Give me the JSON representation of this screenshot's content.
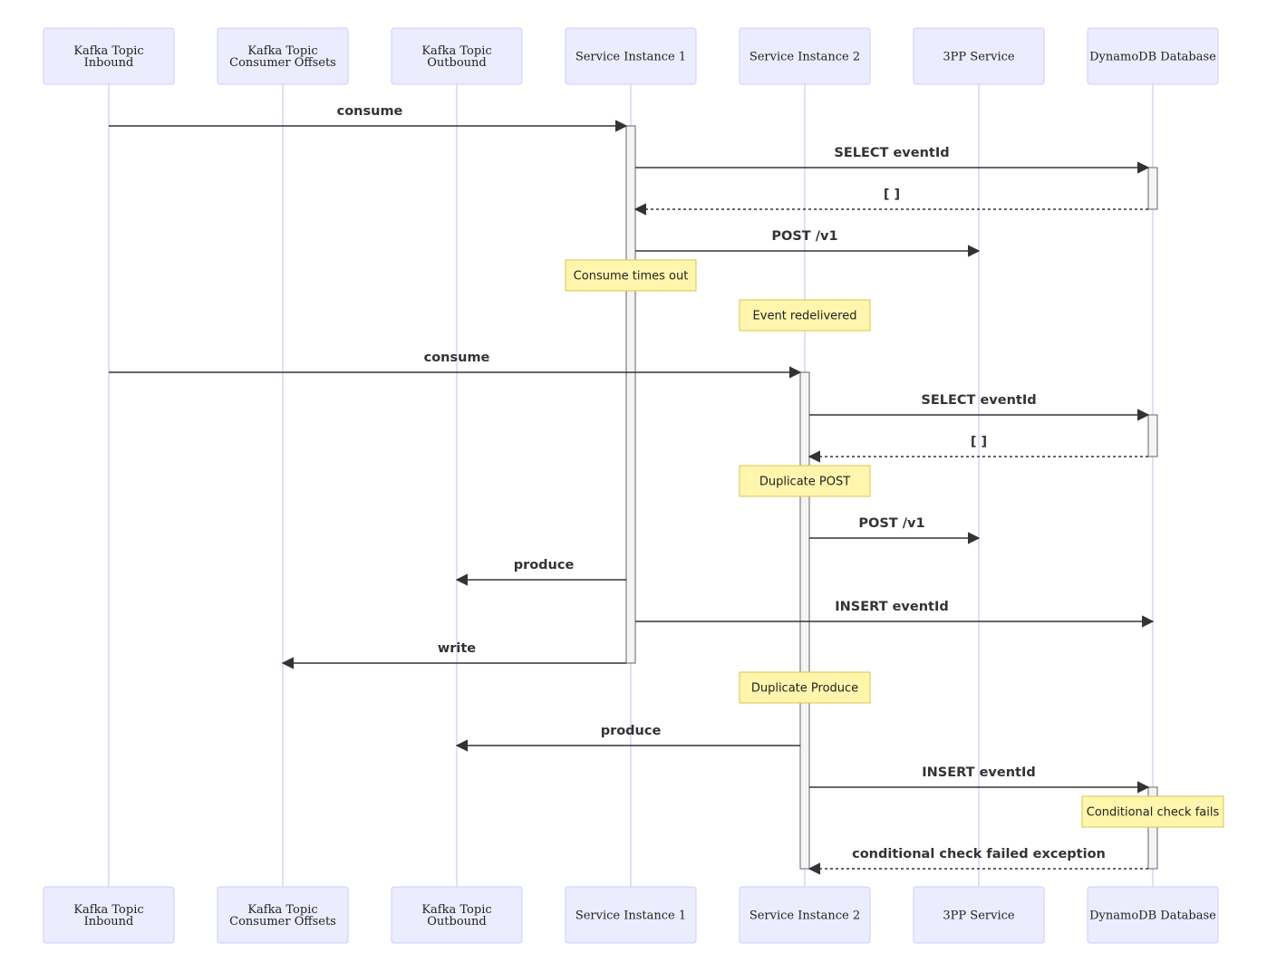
{
  "participants": [
    {
      "id": "inbound",
      "lines": [
        "Kafka Topic",
        "Inbound"
      ]
    },
    {
      "id": "offsets",
      "lines": [
        "Kafka Topic",
        "Consumer Offsets"
      ]
    },
    {
      "id": "outbound",
      "lines": [
        "Kafka Topic",
        "Outbound"
      ]
    },
    {
      "id": "svc1",
      "lines": [
        "Service Instance 1"
      ]
    },
    {
      "id": "svc2",
      "lines": [
        "Service Instance 2"
      ]
    },
    {
      "id": "threepp",
      "lines": [
        "3PP Service"
      ]
    },
    {
      "id": "dynamo",
      "lines": [
        "DynamoDB Database"
      ]
    }
  ],
  "steps": [
    {
      "kind": "message",
      "from": "inbound",
      "to": "svc1",
      "label": "consume",
      "style": "solid"
    },
    {
      "kind": "message",
      "from": "svc1",
      "to": "dynamo",
      "label": "SELECT eventId",
      "style": "solid"
    },
    {
      "kind": "message",
      "from": "dynamo",
      "to": "svc1",
      "label": "[ ]",
      "style": "dashed"
    },
    {
      "kind": "message",
      "from": "svc1",
      "to": "threepp",
      "label": "POST /v1",
      "style": "solid"
    },
    {
      "kind": "note",
      "over": "svc1",
      "label": "Consume times out"
    },
    {
      "kind": "note",
      "over": "svc2",
      "label": "Event redelivered"
    },
    {
      "kind": "message",
      "from": "inbound",
      "to": "svc2",
      "label": "consume",
      "style": "solid"
    },
    {
      "kind": "message",
      "from": "svc2",
      "to": "dynamo",
      "label": "SELECT eventId",
      "style": "solid"
    },
    {
      "kind": "message",
      "from": "dynamo",
      "to": "svc2",
      "label": "[ ]",
      "style": "dashed"
    },
    {
      "kind": "note",
      "over": "svc2",
      "label": "Duplicate POST"
    },
    {
      "kind": "message",
      "from": "svc2",
      "to": "threepp",
      "label": "POST /v1",
      "style": "solid"
    },
    {
      "kind": "message",
      "from": "svc1",
      "to": "outbound",
      "label": "produce",
      "style": "solid"
    },
    {
      "kind": "message",
      "from": "svc1",
      "to": "dynamo",
      "label": "INSERT eventId",
      "style": "solid"
    },
    {
      "kind": "message",
      "from": "svc1",
      "to": "offsets",
      "label": "write",
      "style": "solid"
    },
    {
      "kind": "note",
      "over": "svc2",
      "label": "Duplicate Produce"
    },
    {
      "kind": "message",
      "from": "svc2",
      "to": "outbound",
      "label": "produce",
      "style": "solid"
    },
    {
      "kind": "message",
      "from": "svc2",
      "to": "dynamo",
      "label": "INSERT eventId",
      "style": "solid"
    },
    {
      "kind": "note",
      "over": "dynamo",
      "label": "Conditional check fails"
    },
    {
      "kind": "message",
      "from": "dynamo",
      "to": "svc2",
      "label": "conditional check failed exception",
      "style": "dashed"
    }
  ],
  "activations": [
    {
      "on": "svc1",
      "from_step": 0,
      "to_step": 13
    },
    {
      "on": "svc2",
      "from_step": 6,
      "to_step": 18
    },
    {
      "on": "dynamo",
      "from_step": 1,
      "to_step": 2
    },
    {
      "on": "dynamo",
      "from_step": 7,
      "to_step": 8
    },
    {
      "on": "dynamo",
      "from_step": 16,
      "to_step": 18
    }
  ],
  "colors": {
    "actor_fill": "#ECECFF",
    "actor_stroke": "#CCCCFF",
    "lifeline": "#CCCCEE",
    "arrow": "#333333",
    "note_fill": "#FFF5AD",
    "note_stroke": "#D6C84E",
    "activation_fill": "#F4F4F4",
    "activation_stroke": "#666666"
  }
}
